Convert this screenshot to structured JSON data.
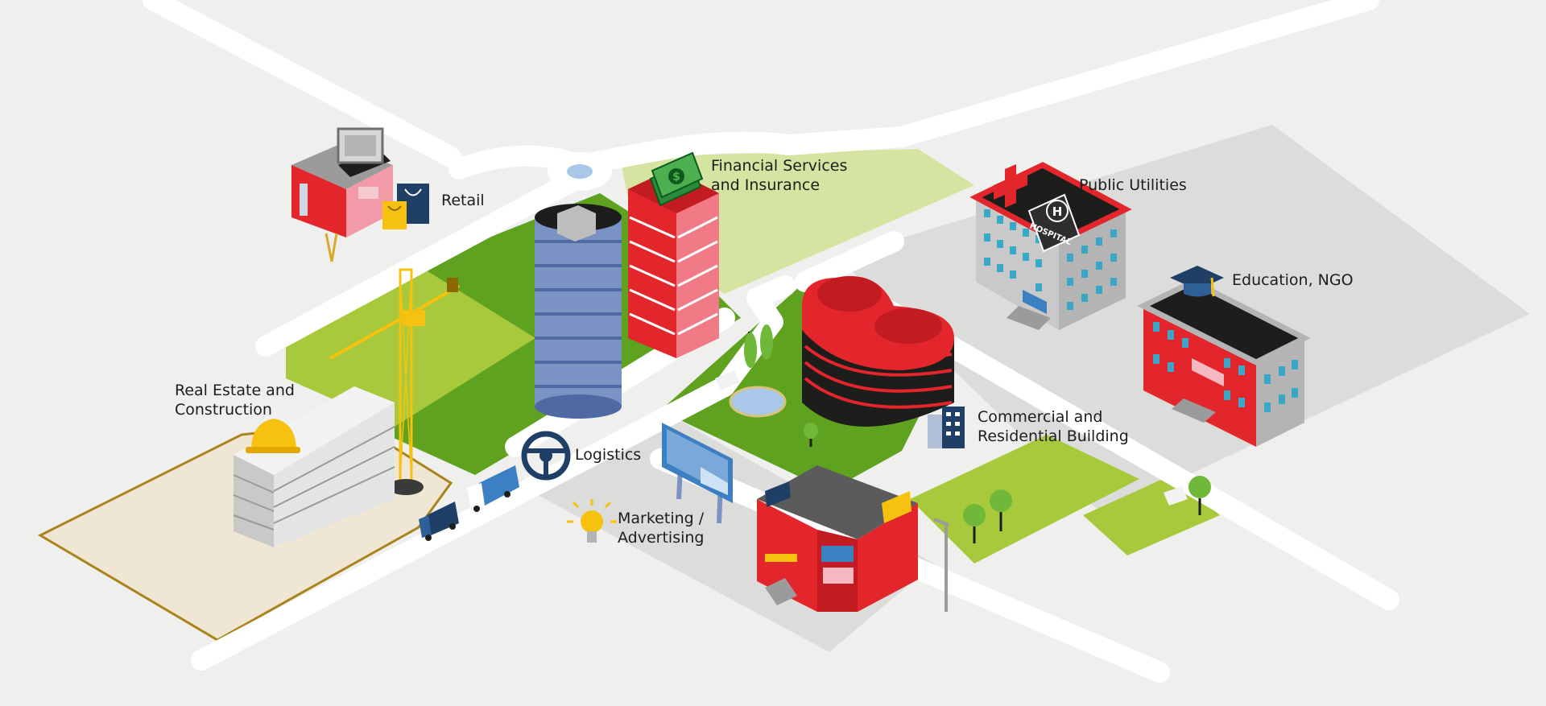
{
  "labels": {
    "retail": "Retail",
    "financial": [
      "Financial Services",
      "and Insurance"
    ],
    "public_utilities": "Public Utilities",
    "education": "Education, NGO",
    "real_estate": [
      "Real Estate and",
      "Construction"
    ],
    "logistics": "Logistics",
    "marketing": [
      "Marketing /",
      "Advertising"
    ],
    "commercial": [
      "Commercial and",
      "Residential Building"
    ]
  },
  "signs": {
    "hospital": "HOSPITAL",
    "helipad": "H",
    "money": "$"
  },
  "colors": {
    "background": "#eff0ee",
    "road": "#ffffff",
    "grass_dark": "#5fa21f",
    "grass_light": "#a8c93c",
    "grass_pale": "#d5e4a0",
    "plot_gray": "#dcdcdb",
    "sand": "#efe6d4",
    "brand_red": "#e2262c",
    "steel_blue": "#7a92c4",
    "navy": "#1f3f66",
    "crane_yellow": "#f6c20f"
  }
}
